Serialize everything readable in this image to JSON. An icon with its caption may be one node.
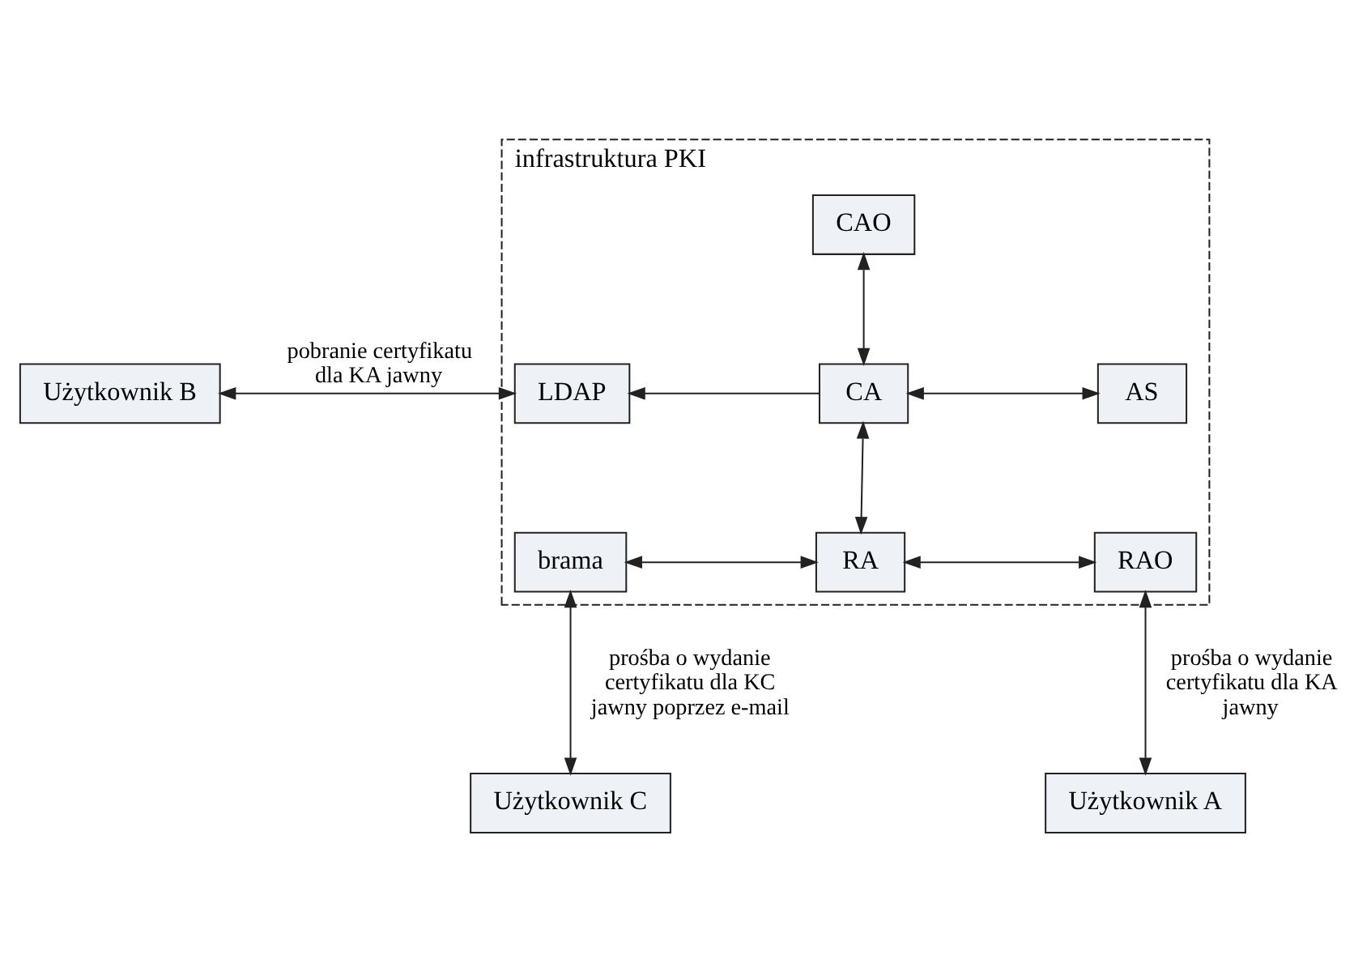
{
  "diagram": {
    "nodes": [
      {
        "text": [
          "infrastruktura PKI"
        ]
      },
      {
        "text": [
          "CAO"
        ],
        "in": 0
      },
      {
        "text": [
          "Użytkownik B"
        ]
      },
      {
        "text": [
          "LDAP"
        ],
        "in": 0
      },
      {
        "text": [
          "CA"
        ],
        "in": 0
      },
      {
        "text": [
          "AS"
        ],
        "in": 0
      },
      {
        "text": [
          "brama"
        ],
        "in": 0
      },
      {
        "text": [
          "RA"
        ],
        "in": 0
      },
      {
        "text": [
          "RAO"
        ],
        "in": 0
      },
      {
        "text": [
          "Użytkownik C"
        ]
      },
      {
        "text": [
          "Użytkownik A"
        ]
      }
    ],
    "edges": [
      {
        "from": 1,
        "to": 4,
        "arrow": "both"
      },
      {
        "from": 2,
        "to": 3,
        "arrow": "both",
        "label": "pobranie certyfikatu dla KA jawny"
      },
      {
        "from": 4,
        "to": 3,
        "arrow": "to"
      },
      {
        "from": 4,
        "to": 5,
        "arrow": "both"
      },
      {
        "from": 4,
        "to": 7,
        "arrow": "both"
      },
      {
        "from": 6,
        "to": 7,
        "arrow": "both"
      },
      {
        "from": 7,
        "to": 8,
        "arrow": "both"
      },
      {
        "from": 6,
        "to": 9,
        "arrow": "both",
        "label": "prośba o wydanie certyfikatu dla KC jawny poprzez e-mail"
      },
      {
        "from": 8,
        "to": 10,
        "arrow": "both",
        "label": "prośba o wydanie certyfikatu dla KA jawny"
      }
    ]
  }
}
